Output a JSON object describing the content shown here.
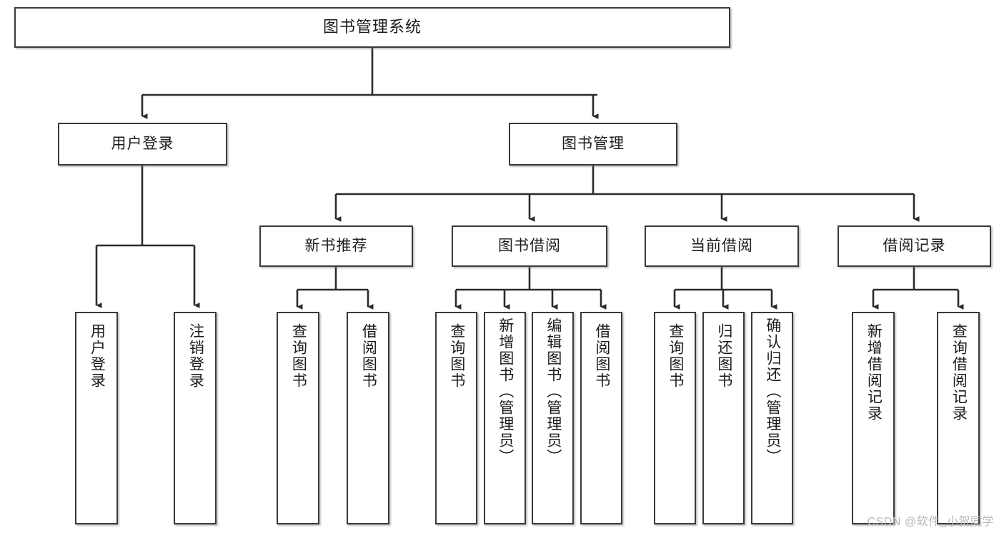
{
  "diagram": {
    "title": "图书管理系统",
    "type": "hierarchy-tree",
    "colors": {
      "box_border": "#3a3a3a",
      "box_fill": "#ffffff",
      "line": "#2b2b2b",
      "text": "#1b1b1b",
      "watermark": "#b9b9b9",
      "background": "#ffffff"
    },
    "root": {
      "label": "图书管理系统"
    },
    "level2": [
      {
        "label": "用户登录"
      },
      {
        "label": "图书管理"
      }
    ],
    "level3": [
      {
        "label": "新书推荐"
      },
      {
        "label": "图书借阅"
      },
      {
        "label": "当前借阅"
      },
      {
        "label": "借阅记录"
      }
    ],
    "leaves": {
      "user_login": [
        {
          "label": "用户登录"
        },
        {
          "label": "注销登录"
        }
      ],
      "new_book_recommend": [
        {
          "label": "查询图书"
        },
        {
          "label": "借阅图书"
        }
      ],
      "book_borrow": [
        {
          "label": "查询图书"
        },
        {
          "label": "新增图书（管理员）"
        },
        {
          "label": "编辑图书（管理员）"
        },
        {
          "label": "借阅图书"
        }
      ],
      "current_borrow": [
        {
          "label": "查询图书"
        },
        {
          "label": "归还图书"
        },
        {
          "label": "确认归还（管理员）"
        }
      ],
      "borrow_record": [
        {
          "label": "新增借阅记录"
        },
        {
          "label": "查询借阅记录"
        }
      ]
    }
  },
  "watermark": {
    "text": "CSDN @软件_小贺同学"
  }
}
